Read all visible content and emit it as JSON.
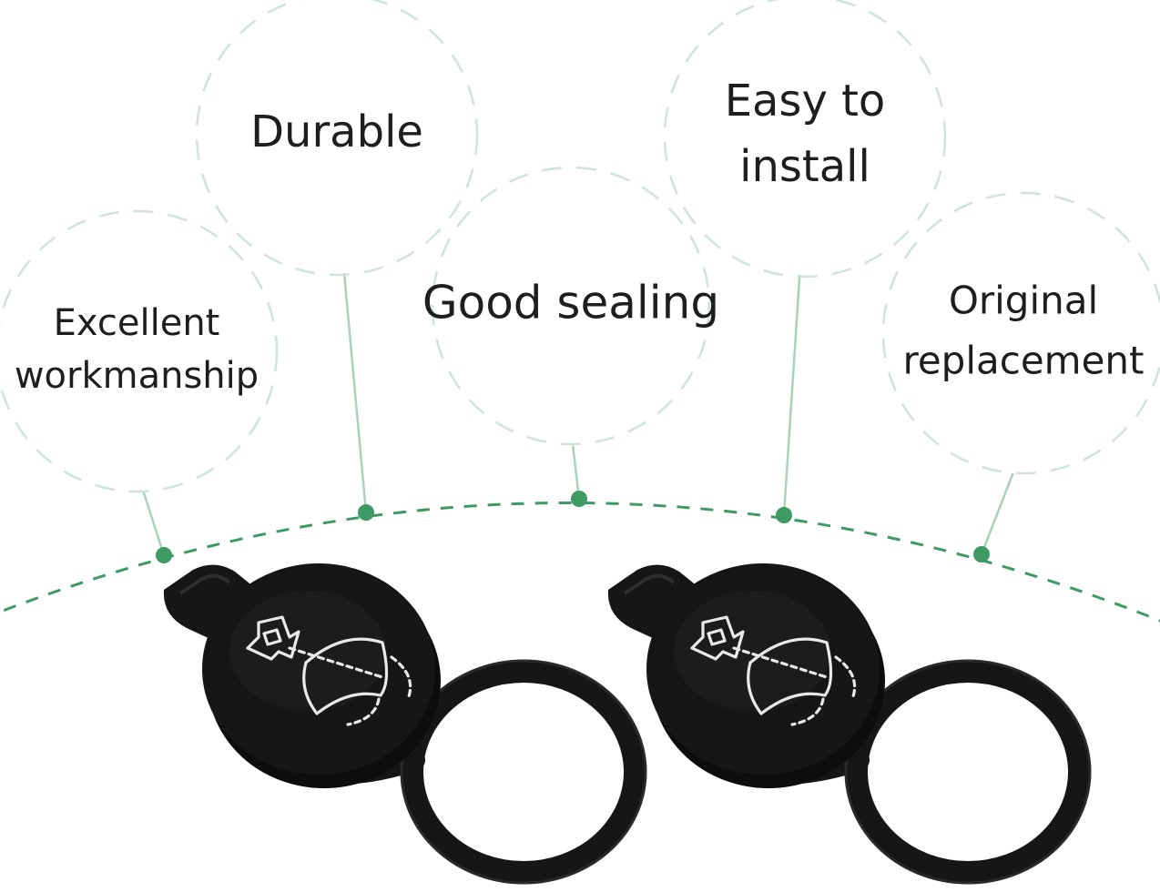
{
  "features": [
    {
      "id": "excellent-workmanship",
      "lines": [
        "Excellent",
        "workmanship"
      ]
    },
    {
      "id": "durable",
      "lines": [
        "Durable"
      ]
    },
    {
      "id": "good-sealing",
      "lines": [
        "Good sealing"
      ]
    },
    {
      "id": "easy-to-install",
      "lines": [
        "Easy to",
        "install"
      ]
    },
    {
      "id": "original-replacement",
      "lines": [
        "Original",
        "replacement"
      ]
    }
  ],
  "colors": {
    "accent_green": "#3e9a63",
    "circle_outline": "#cfe4d7",
    "connector_line": "#a9d3b8",
    "cap_body": "#161616",
    "cap_highlight": "#2c2c2c",
    "emblem_stroke": "#e9e9e9",
    "label_text": "#1e1e1e"
  },
  "product": {
    "item_count": 2,
    "emblem_icon": "windshield-washer-icon"
  }
}
